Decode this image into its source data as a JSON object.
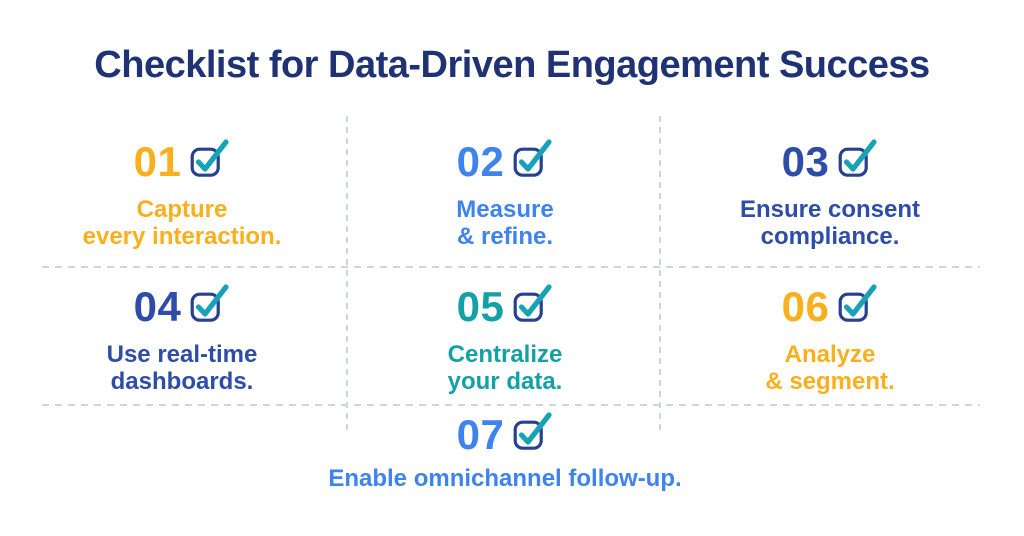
{
  "title": {
    "text": "Checklist for Data-Driven Engagement Success",
    "color": "#1f3374"
  },
  "colors": {
    "background": "#ffffff",
    "checkbox_border": "#27408f",
    "checkmark": "#18a2b8",
    "divider": "#ced4e2",
    "orange": "#fcaf1c",
    "bright_blue": "#3f83ee",
    "royal_blue": "#2d4da9",
    "teal": "#13a1a6"
  },
  "items": [
    {
      "number": "01",
      "label": "Capture\nevery interaction.",
      "color": "#fcaf1c"
    },
    {
      "number": "02",
      "label": "Measure\n& refine.",
      "color": "#3f83ee"
    },
    {
      "number": "03",
      "label": "Ensure consent\ncompliance.",
      "color": "#2d4da9"
    },
    {
      "number": "04",
      "label": "Use real-time\ndashboards.",
      "color": "#2d4da9"
    },
    {
      "number": "05",
      "label": "Centralize\nyour data.",
      "color": "#13a1a6"
    },
    {
      "number": "06",
      "label": "Analyze\n& segment.",
      "color": "#fcaf1c"
    },
    {
      "number": "07",
      "label": "Enable omnichannel follow-up.",
      "color": "#3f83ee"
    }
  ]
}
